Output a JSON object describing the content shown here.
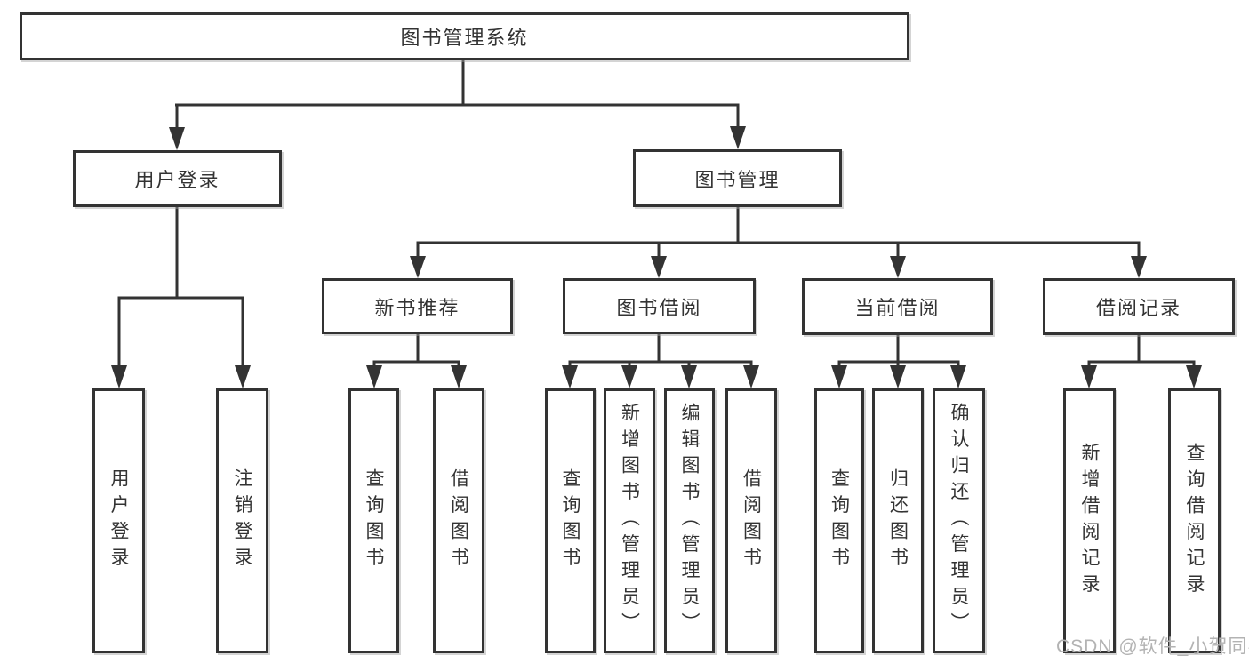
{
  "diagram": {
    "line_color": "#333333",
    "watermark": "CSDN @软件_小贺同学",
    "watermark_color": "#b3b3b3",
    "tree": {
      "label": "图书管理系统",
      "children": [
        {
          "label": "用户登录",
          "children": [
            {
              "label": "用户登录"
            },
            {
              "label": "注销登录"
            }
          ]
        },
        {
          "label": "图书管理",
          "children": [
            {
              "label": "新书推荐",
              "children": [
                {
                  "label": "查询图书"
                },
                {
                  "label": "借阅图书"
                }
              ]
            },
            {
              "label": "图书借阅",
              "children": [
                {
                  "label": "查询图书"
                },
                {
                  "label": "新增图书（管理员）"
                },
                {
                  "label": "编辑图书（管理员）"
                },
                {
                  "label": "借阅图书"
                }
              ]
            },
            {
              "label": "当前借阅",
              "children": [
                {
                  "label": "查询图书"
                },
                {
                  "label": "归还图书"
                },
                {
                  "label": "确认归还（管理员）"
                }
              ]
            },
            {
              "label": "借阅记录",
              "children": [
                {
                  "label": "新增借阅记录"
                },
                {
                  "label": "查询借阅记录"
                }
              ]
            }
          ]
        }
      ]
    }
  }
}
